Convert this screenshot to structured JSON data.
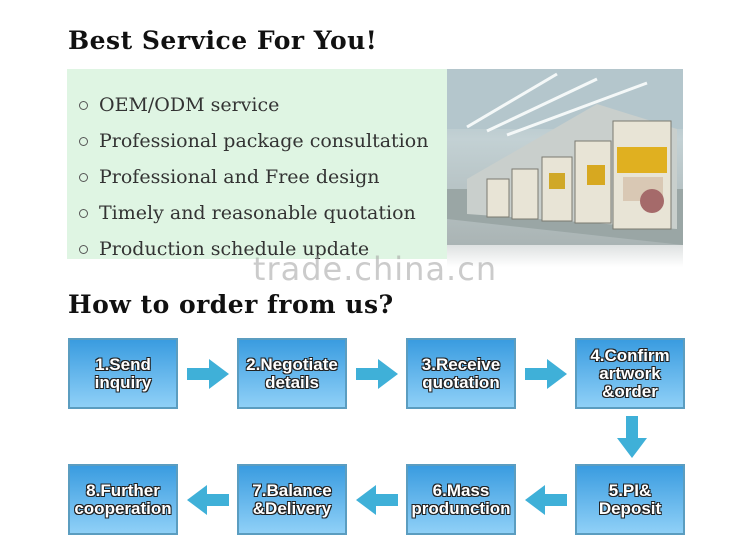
{
  "headings": {
    "best_service": "Best Service For You!",
    "how_to_order": "How to order from us?"
  },
  "services": [
    "OEM/ODM service",
    "Professional package consultation",
    "Professional and Free design",
    "Timely and reasonable quotation",
    "Production schedule update"
  ],
  "watermark": "trade.china.cn",
  "steps": [
    "1.Send\ninquiry",
    "2.Negotiate\ndetails",
    "3.Receive\nquotation",
    "4.Confirm\nartwork\n&order",
    "5.PI&\nDeposit",
    "6.Mass\nprodunction",
    "7.Balance\n&Delivery",
    "8.Further\ncooperation"
  ],
  "colors": {
    "step_fill_top": "#3a9ce0",
    "step_fill_bottom": "#8fd0f7",
    "arrow": "#3fb0d8",
    "panel_bg": "#dff5e3"
  }
}
